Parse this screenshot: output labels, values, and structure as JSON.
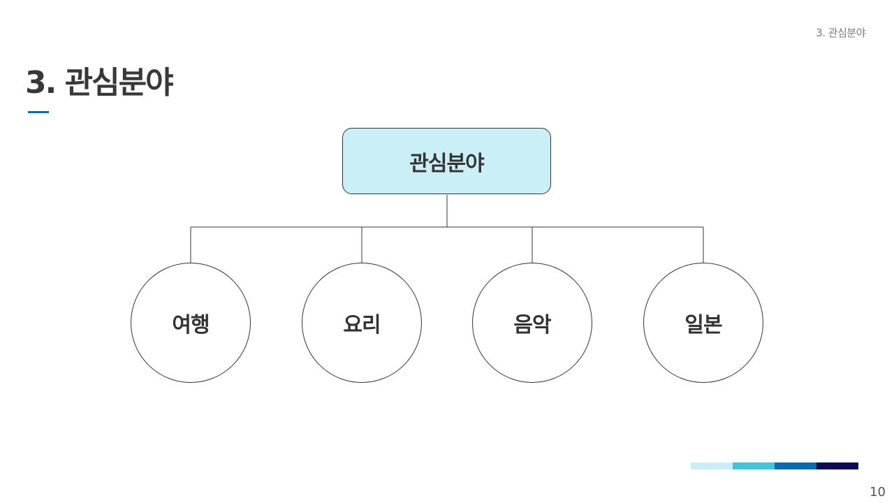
{
  "header": {
    "section_tag": "3. 관심분야",
    "title": "3. 관심분야"
  },
  "diagram": {
    "root": {
      "label": "관심분야"
    },
    "children": [
      {
        "label": "여행"
      },
      {
        "label": "요리"
      },
      {
        "label": "음악"
      },
      {
        "label": "일본"
      }
    ]
  },
  "footer": {
    "page_number": "10"
  },
  "colors": {
    "accent": "#0a6aad",
    "root_fill": "#cbeff6",
    "line": "#333333",
    "bar": [
      "#c9eef6",
      "#43c3dd",
      "#0a6aad",
      "#0a0a55"
    ]
  }
}
